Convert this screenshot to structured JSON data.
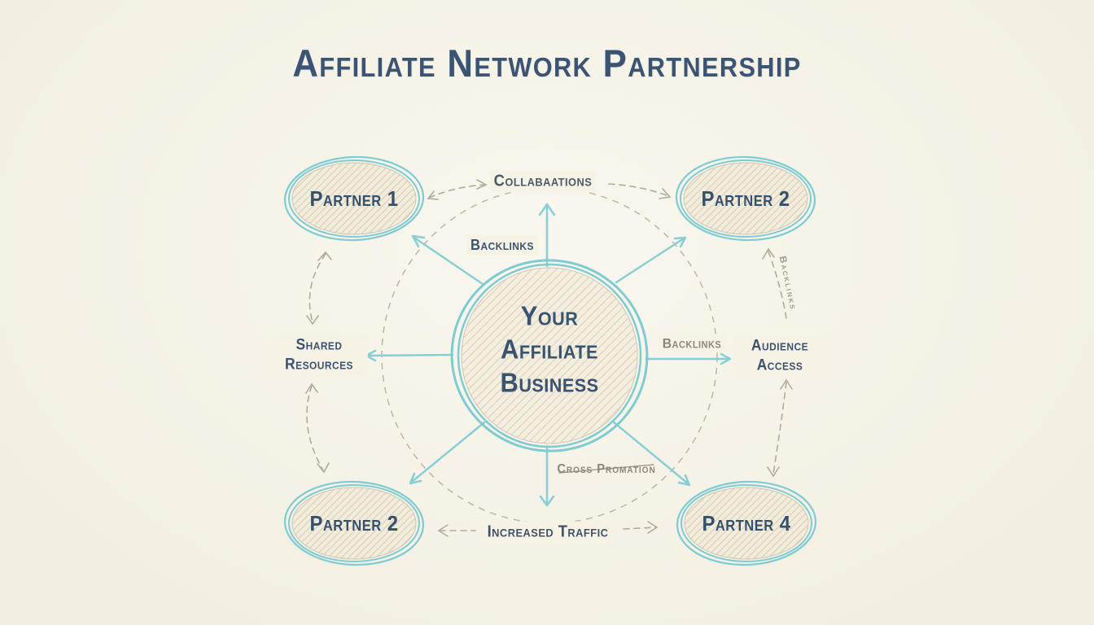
{
  "title": "Affiliate Network Partnership",
  "center_node": {
    "line1": "Your",
    "line2": "Affiliate",
    "line3": "Business"
  },
  "partners": {
    "top_left": "Partner 1",
    "top_right": "Partner 2",
    "bottom_left": "Partner 2",
    "bottom_right": "Partner 4"
  },
  "labels": {
    "top_connection": "Collabaations",
    "backlinks_top": "Backlinks",
    "shared_resources": "Shared Resources",
    "backlinks_right": "Backlinks",
    "audience_access": "Audience Access",
    "backlinks_side_rotated": "Backlinks",
    "cross_promotion": "Cross Promation",
    "increased_traffic": "Increased Traffic"
  },
  "colors": {
    "background": "#f6f2e5",
    "accent_teal": "#7ecbd2",
    "text_navy": "#3c5270",
    "text_gray": "#8d8779",
    "dashed_gray": "#b1ab9c"
  }
}
